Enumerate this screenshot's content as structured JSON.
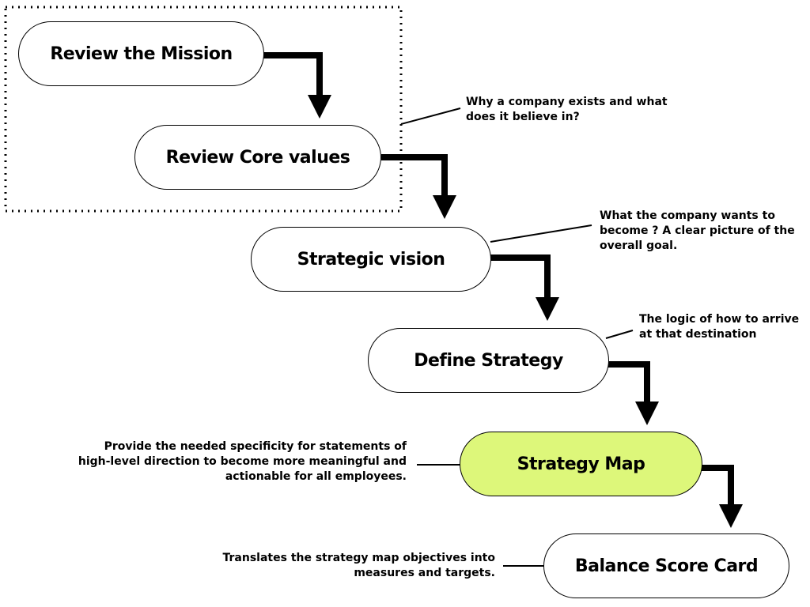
{
  "steps": {
    "mission": "Review the Mission",
    "core_values": "Review Core values",
    "vision": "Strategic vision",
    "define": "Define Strategy",
    "map": "Strategy Map",
    "scorecard": "Balance Score Card"
  },
  "notes": {
    "mission_values_l1": "Why a company exists and what",
    "mission_values_l2": "does it believe in?",
    "vision_l1": "What the company wants to",
    "vision_l2": "become ? A clear picture of the",
    "vision_l3": "overall goal.",
    "strategy_l1": "The logic of how to arrive",
    "strategy_l2": "at that destination",
    "map_l1": "Provide the needed specificity for statements of",
    "map_l2": "high-level direction to become more meaningful and",
    "map_l3": "actionable for all employees.",
    "scorecard_l1": "Translates the strategy map objectives into",
    "scorecard_l2": "measures and targets."
  },
  "colors": {
    "highlight": "#ddf77a",
    "stroke": "#000000"
  }
}
